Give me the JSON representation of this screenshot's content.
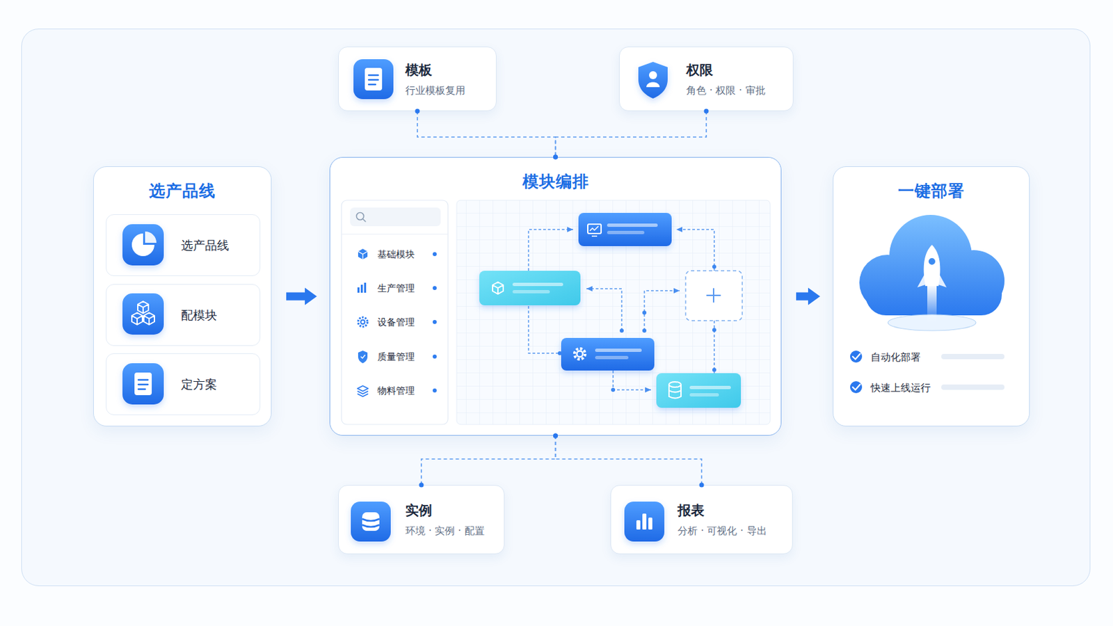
{
  "diagram": {
    "nodes": [
      {
        "text": [
          "模板",
          "行业模板复用"
        ]
      },
      {
        "text": [
          "权限",
          "角色 · 权限 · 审批"
        ]
      },
      {
        "text": [
          "选产品线"
        ]
      },
      {
        "text": [
          "选产品线"
        ],
        "in": 2
      },
      {
        "text": [
          "配模块"
        ],
        "in": 2
      },
      {
        "text": [
          "定方案"
        ],
        "in": 2
      },
      {
        "text": [
          "模块编排"
        ]
      },
      {
        "text": [
          "一键部署"
        ]
      },
      {
        "text": [
          "实例",
          "环境 · 实例 · 配置"
        ]
      },
      {
        "text": [
          "报表",
          "分析 · 可视化 · 导出"
        ]
      }
    ],
    "edges": [
      {
        "from": 0,
        "to": 6,
        "arrow": "none"
      },
      {
        "from": 1,
        "to": 6,
        "arrow": "none"
      },
      {
        "from": 2,
        "to": 6,
        "arrow": "to"
      },
      {
        "from": 6,
        "to": 7,
        "arrow": "to"
      },
      {
        "from": 6,
        "to": 8,
        "arrow": "none"
      },
      {
        "from": 6,
        "to": 9,
        "arrow": "none"
      }
    ],
    "labels": [
      "基础模块",
      "生产管理",
      "设备管理",
      "质量管理",
      "物料管理",
      "自动化部署",
      "快速上线运行"
    ]
  }
}
